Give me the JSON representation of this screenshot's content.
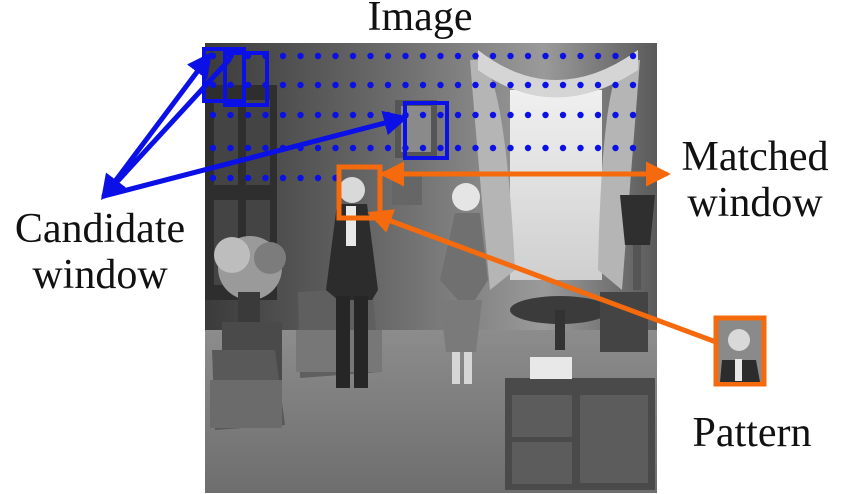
{
  "labels": {
    "image": "Image",
    "candidate_line1": "Candidate",
    "candidate_line2": "window",
    "matched_line1": "Matched",
    "matched_line2": "window",
    "pattern": "Pattern"
  },
  "colors": {
    "candidate": "#0a10e6",
    "matched": "#f46a0c",
    "text": "#111111"
  }
}
